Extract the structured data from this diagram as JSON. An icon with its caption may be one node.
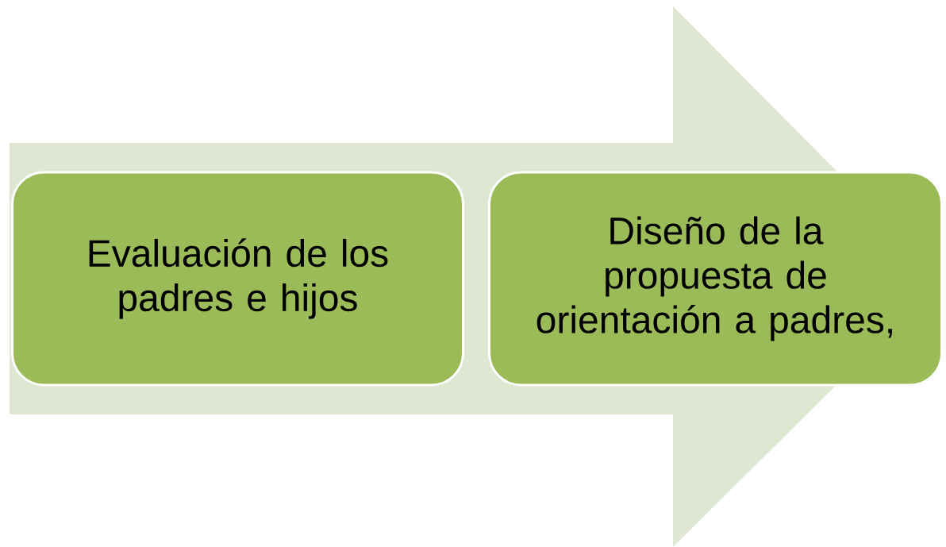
{
  "diagram": {
    "nodes": [
      {
        "text": [
          "Evaluación de los padres e hijos"
        ]
      },
      {
        "text": [
          "Diseño de la propuesta de orientación a padres,"
        ]
      }
    ],
    "edges": [
      {
        "from": 0,
        "to": 1,
        "arrow": "to"
      }
    ]
  }
}
